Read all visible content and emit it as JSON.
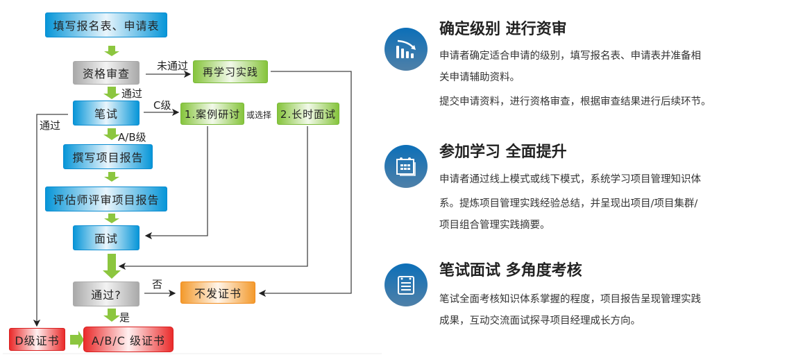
{
  "flow": {
    "fill_form": "填写报名表、申请表",
    "qualification": "资格审查",
    "not_passed": "未通过",
    "relearn": "再学习实践",
    "passed": "通过",
    "written_exam": "笔试",
    "grade_c": "C级",
    "case_study": "1.案例研讨",
    "or_choose": "或选择",
    "long_interview": "2.长时面试",
    "passed_left": "通过",
    "grade_ab": "A/B级",
    "write_report": "撰写项目报告",
    "assessor_review": "评估师评审项目报告",
    "interview": "面试",
    "pass_question": "通过?",
    "no": "否",
    "no_certificate": "不发证书",
    "yes": "是",
    "d_certificate": "D级证书",
    "abc_certificate": "A/B/C 级证书"
  },
  "sections": [
    {
      "icon": "chart-down-icon",
      "title": "确定级别  进行资审",
      "lines": [
        "申请者确定适合申请的级别，填写报名表、申请表并准备相",
        "关申请辅助资料。",
        "提交申请资料，进行资格审查，根据审查结果进行后续环节。"
      ]
    },
    {
      "icon": "calendar-icon",
      "title": "参加学习  全面提升",
      "lines": [
        "申请者通过线上模式或线下模式，系统学习项目管理知识体",
        "系。提炼项目管理实践经验总结，并呈现出项目/项目集群/",
        "项目组合管理实践摘要。"
      ]
    },
    {
      "icon": "document-icon",
      "title": "笔试面试  多角度考核",
      "lines": [
        "笔试全面考核知识体系掌握的程度，项目报告呈现管理实践",
        "成果，互动交流面试探寻项目经理成长方向。"
      ]
    }
  ],
  "colors": {
    "blue": "#0796d8",
    "green": "#86c43c",
    "gray": "#a9a9a9",
    "orange": "#f39a2d",
    "red": "#ea2b2b",
    "icon": "#0c6fb8"
  }
}
